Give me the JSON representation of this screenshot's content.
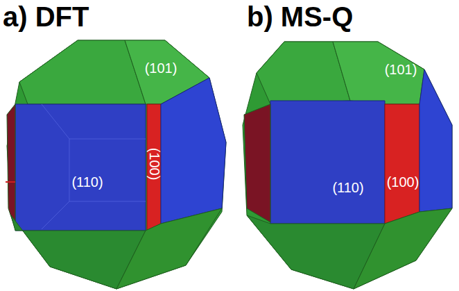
{
  "diagram": {
    "labels": [
      "a) DFT",
      "b) MS-Q",
      "(101)",
      "(110)",
      "(100)",
      "(101)",
      "(110)",
      "(100)"
    ]
  }
}
